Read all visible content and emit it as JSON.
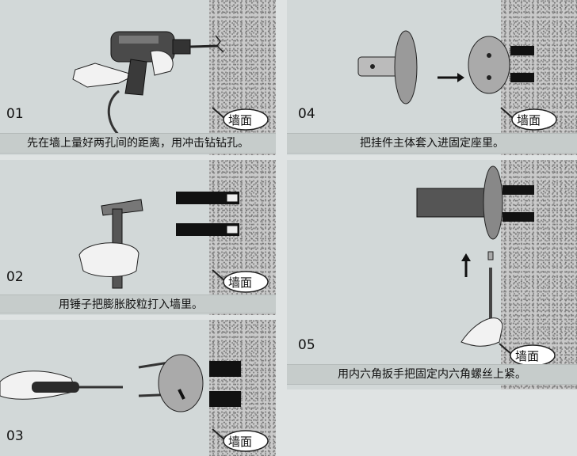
{
  "steps": [
    {
      "num": "01",
      "caption": "先在墙上量好两孔间的距离，用冲击钻钻孔。"
    },
    {
      "num": "02",
      "caption": "用锤子把膨胀胶粒打入墙里。"
    },
    {
      "num": "03",
      "caption": ""
    },
    {
      "num": "04",
      "caption": "把挂件主体套入进固定座里。"
    },
    {
      "num": "05",
      "caption": "用内六角扳手把固定内六角螺丝上紧。"
    }
  ],
  "wall_label": "墙面"
}
